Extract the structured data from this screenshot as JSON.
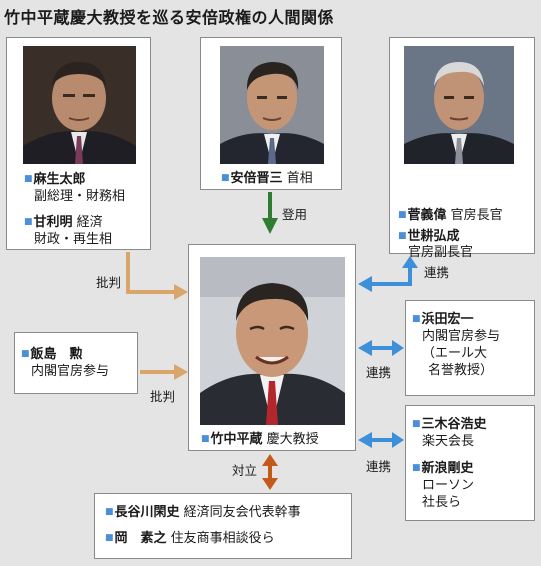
{
  "title": "竹中平蔵慶大教授を巡る安倍政権の人間関係",
  "people": {
    "aso": {
      "name": "麻生太郎",
      "role": "副総理・財務相"
    },
    "amari": {
      "name": "甘利明",
      "role1": "経済",
      "role2": "財政・再生相"
    },
    "abe": {
      "name": "安倍晋三",
      "role": "首相"
    },
    "suga": {
      "name": "菅義偉",
      "role": "官房長官"
    },
    "seko": {
      "name": "世耕弘成",
      "role": "官房副長官"
    },
    "iijima": {
      "name": "飯島　勲",
      "role": "内閣官房参与"
    },
    "takenaka": {
      "name": "竹中平蔵",
      "role": "慶大教授"
    },
    "hamada": {
      "name": "浜田宏一",
      "role1": "内閣官房参与",
      "role2": "（エール大",
      "role3": "名誉教授）"
    },
    "mikitani": {
      "name": "三木谷浩史",
      "role": "楽天会長"
    },
    "niinami": {
      "name": "新浪剛史",
      "role1": "ローソン",
      "role2": "社長ら"
    },
    "hasegawa": {
      "name": "長谷川閑史",
      "role": "経済同友会代表幹事"
    },
    "oka": {
      "name": "岡　素之",
      "role": "住友商事相談役ら"
    }
  },
  "relations": {
    "appoint": "登用",
    "criticism_1": "批判",
    "criticism_2": "批判",
    "cooperation_1": "連携",
    "cooperation_2": "連携",
    "cooperation_3": "連携",
    "conflict": "対立"
  },
  "colors": {
    "criticism": "#d9a56a",
    "cooperation": "#3c8fd8",
    "appoint": "#2e7d32",
    "conflict": "#c45a1a",
    "bullet": "#4a90d9"
  }
}
